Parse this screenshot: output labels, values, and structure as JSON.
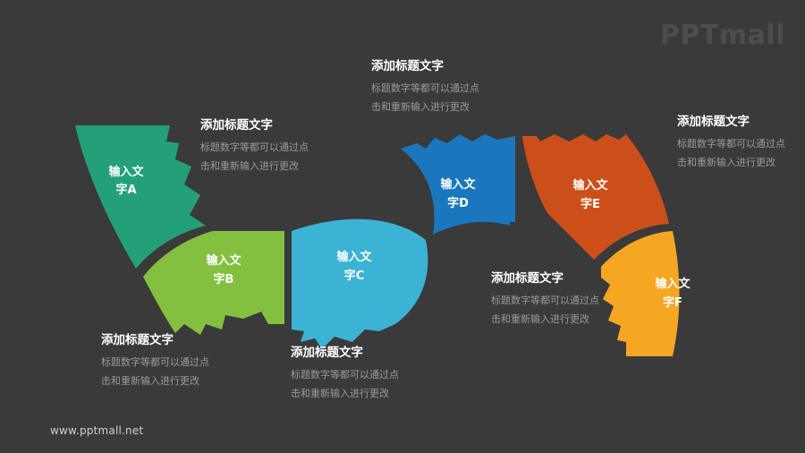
{
  "brand": {
    "logo_text": "PPTmall",
    "url": "www.pptmall.net"
  },
  "colors": {
    "background": "#3a3a3a",
    "segment_a": "#23a07a",
    "segment_b": "#84c03f",
    "segment_c": "#3bb3d4",
    "segment_d": "#1a77bd",
    "segment_e": "#cc4f1a",
    "segment_f": "#f5a623",
    "title_text": "#ffffff",
    "body_text": "#9a9a9a",
    "logo_text": "#4d4d4d"
  },
  "segments": [
    {
      "id": "a",
      "line1": "输入文",
      "line2": "字A",
      "color": "#23a07a"
    },
    {
      "id": "b",
      "line1": "输入文",
      "line2": "字B",
      "color": "#84c03f"
    },
    {
      "id": "c",
      "line1": "输入文",
      "line2": "字C",
      "color": "#3bb3d4"
    },
    {
      "id": "d",
      "line1": "输入文",
      "line2": "字D",
      "color": "#1a77bd"
    },
    {
      "id": "e",
      "line1": "输入文",
      "line2": "字E",
      "color": "#cc4f1a"
    },
    {
      "id": "f",
      "line1": "输入文",
      "line2": "字F",
      "color": "#f5a623"
    }
  ],
  "callouts": [
    {
      "id": "a",
      "title": "添加标题文字",
      "line1": "标题数字等都可以通过点",
      "line2": "击和重新输入进行更改"
    },
    {
      "id": "b",
      "title": "添加标题文字",
      "line1": "标题数字等都可以通过点",
      "line2": "击和重新输入进行更改"
    },
    {
      "id": "c",
      "title": "添加标题文字",
      "line1": "标题数字等都可以通过点",
      "line2": "击和重新输入进行更改"
    },
    {
      "id": "d",
      "title": "添加标题文字",
      "line1": "标题数字等都可以通过点",
      "line2": "击和重新输入进行更改"
    },
    {
      "id": "e",
      "title": "添加标题文字",
      "line1": "标题数字等都可以通过点",
      "line2": "击和重新输入进行更改"
    },
    {
      "id": "f",
      "title": "添加标题文字",
      "line1": "标题数字等都可以通过点",
      "line2": "击和重新输入进行更改"
    }
  ]
}
